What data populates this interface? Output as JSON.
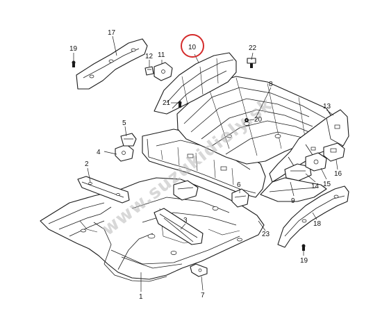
{
  "diagram": {
    "callouts": {
      "p1": "1",
      "p2": "2",
      "p3": "3",
      "p4": "4",
      "p5": "5",
      "p6": "6",
      "p7": "7",
      "p8": "8",
      "p9": "9",
      "p10": "10",
      "p11": "11",
      "p12": "12",
      "p13": "13",
      "p14": "14",
      "p15": "15",
      "p16": "16",
      "p17": "17",
      "p18": "18",
      "p19a": "19",
      "p19b": "19",
      "p20": "20",
      "p21": "21",
      "p22": "22",
      "p23": "23"
    },
    "highlight_color": "#d42a2a",
    "watermark": "www.suzukidiely.sk"
  }
}
